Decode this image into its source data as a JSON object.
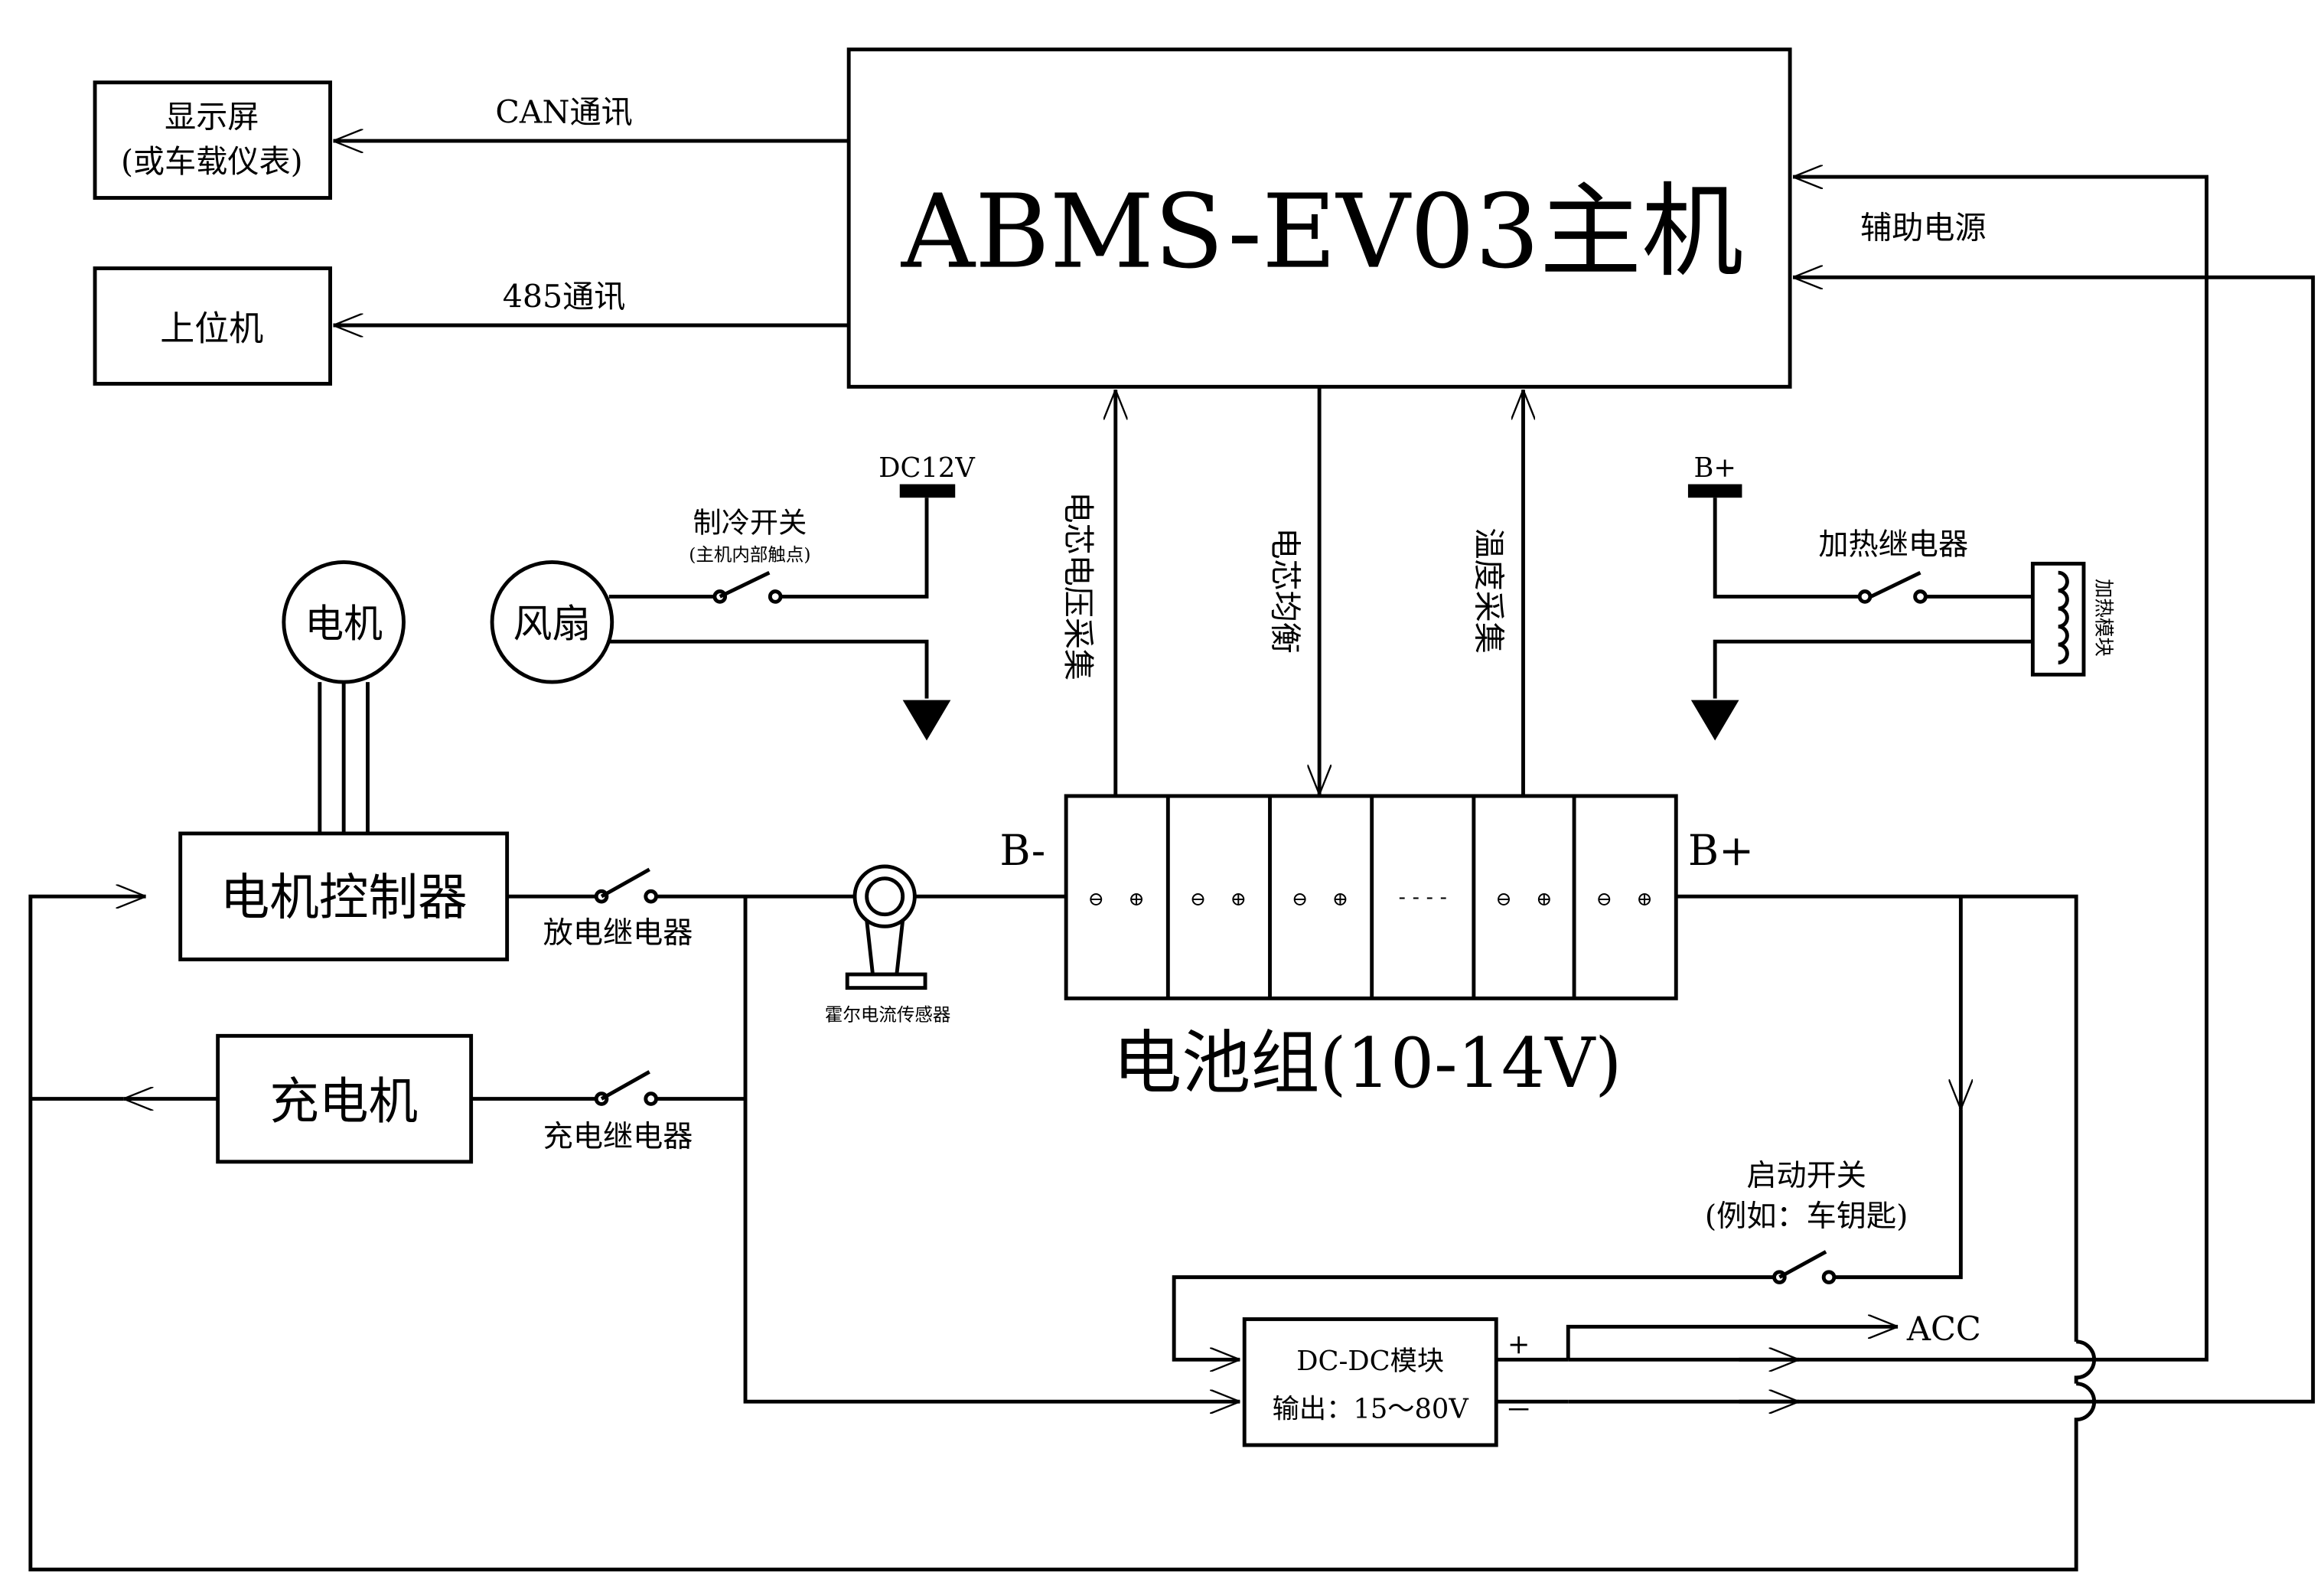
{
  "main_unit": {
    "label": "ABMS-EV03主机"
  },
  "display": {
    "line1": "显示屏",
    "line2": "(或车载仪表)"
  },
  "host_pc": {
    "label": "上位机"
  },
  "comm": {
    "can": "CAN通讯",
    "rs485": "485通讯"
  },
  "aux_power": {
    "label": "辅助电源"
  },
  "signals": {
    "cell_voltage": "电芯电压采集",
    "cell_balance": "电芯均衡",
    "temperature": "温度采集"
  },
  "fan_circuit": {
    "supply": "DC12V",
    "switch_label": "制冷开关",
    "switch_note": "(主机内部触点)",
    "fan": "风扇"
  },
  "heater_circuit": {
    "supply": "B+",
    "relay": "加热继电器",
    "heater_module": "加热模块"
  },
  "motor": {
    "label": "电机"
  },
  "motor_controller": {
    "label": "电机控制器"
  },
  "charger": {
    "label": "充电机"
  },
  "discharge_relay": {
    "label": "放电继电器"
  },
  "charge_relay": {
    "label": "充电继电器"
  },
  "hall_sensor": {
    "label": "霍尔电流传感器"
  },
  "battery": {
    "label": "电池组(10-14V)",
    "neg_terminal": "B-",
    "pos_terminal": "B+",
    "minus_sign": "⊖",
    "plus_sign": "⊕",
    "ellipsis": "- - - -"
  },
  "start_switch": {
    "line1": "启动开关",
    "line2": "(例如：车钥匙)"
  },
  "dcdc": {
    "line1": "DC-DC模块",
    "line2": "输出：15～80V",
    "plus": "+",
    "minus": "－",
    "acc": "ACC"
  }
}
